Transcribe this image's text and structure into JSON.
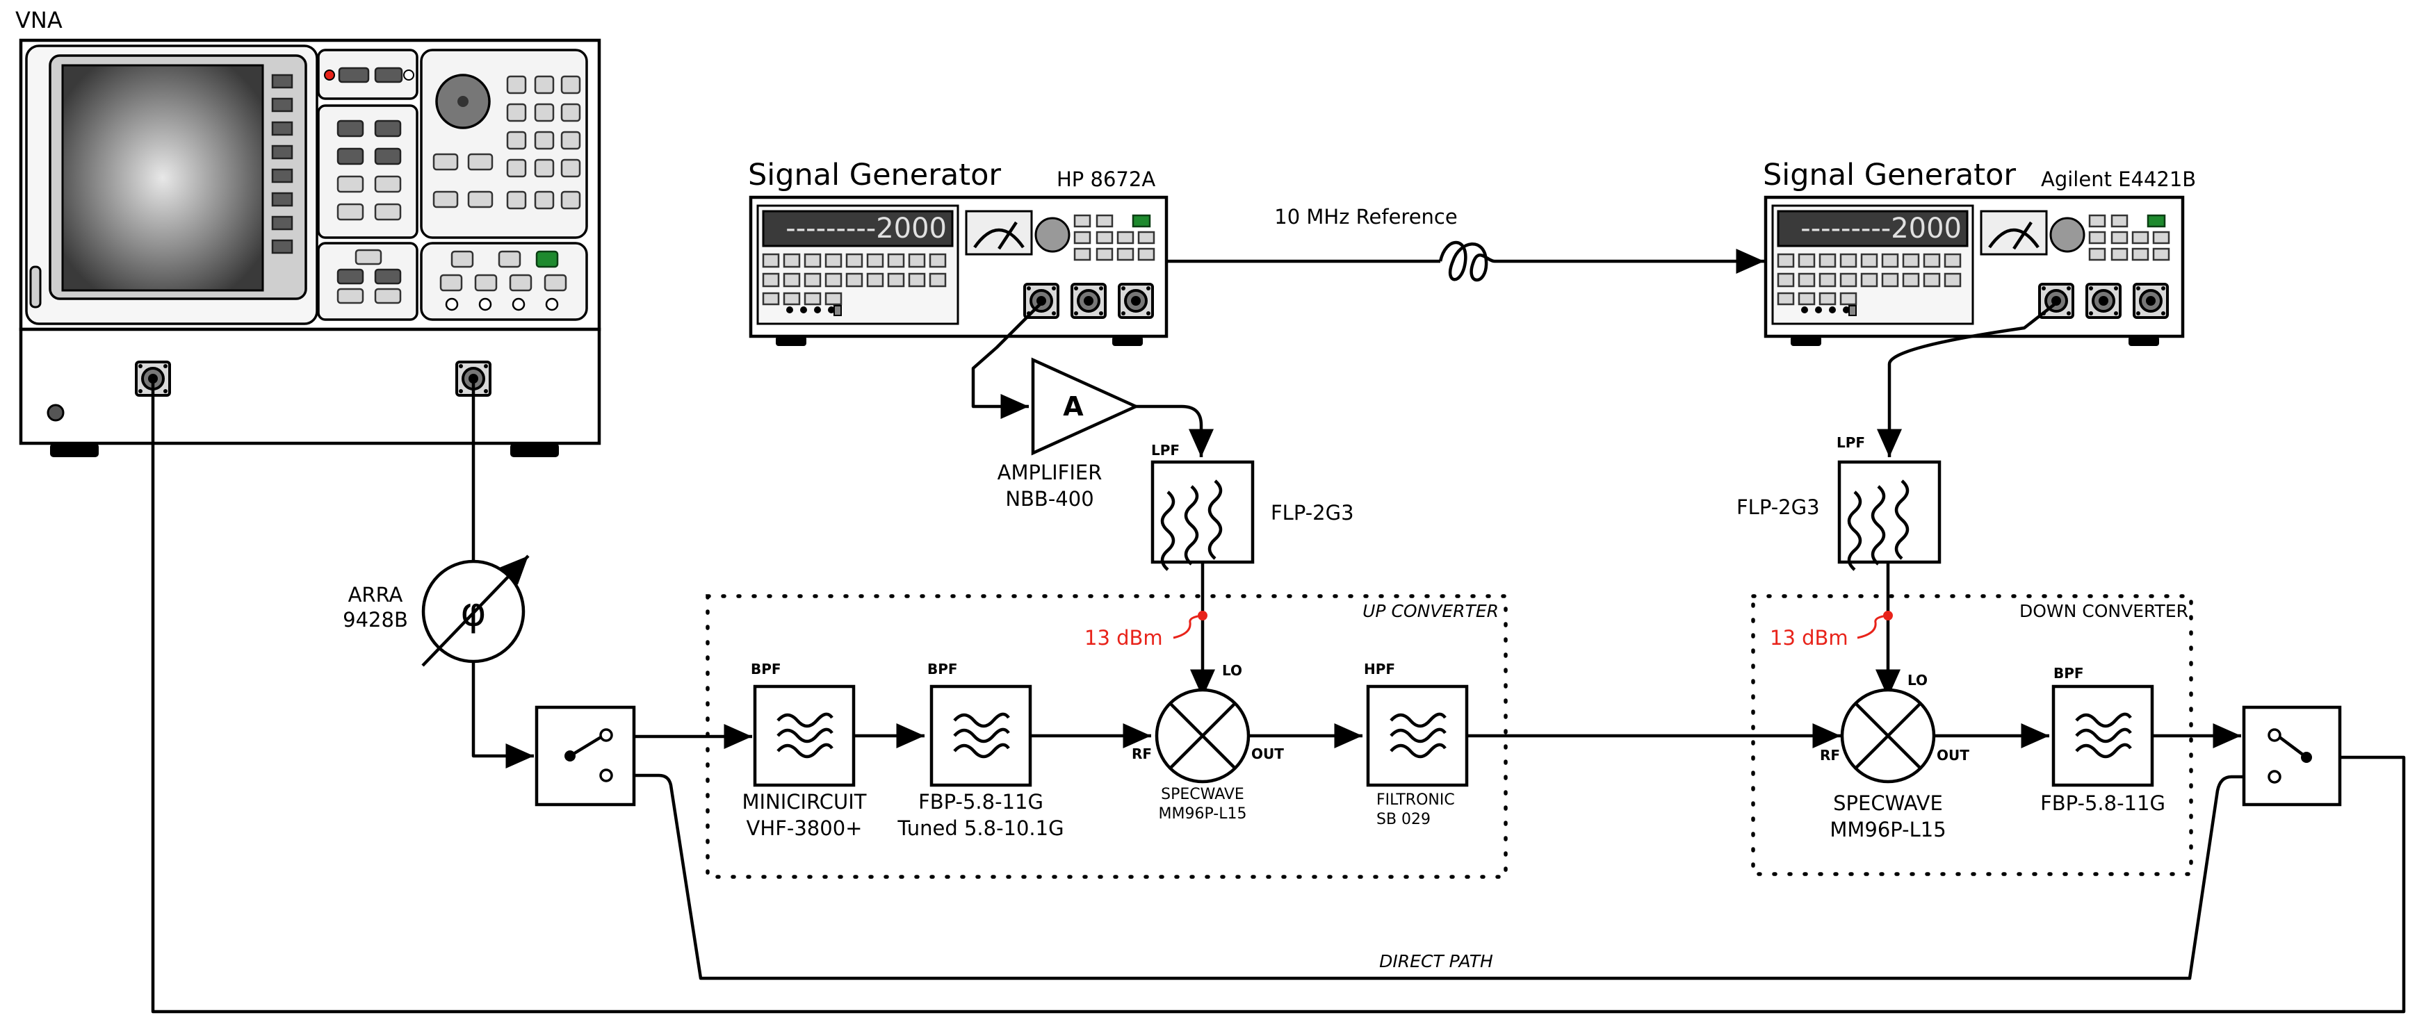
{
  "labels": {
    "vna": "VNA",
    "sg1_title": "Signal Generator",
    "sg1_model": "HP 8672A",
    "sg1_display": "---------2000",
    "sg2_title": "Signal Generator",
    "sg2_model": "Agilent E4421B",
    "sg2_display": "---------2000",
    "ref": "10 MHz Reference",
    "amp_symbol": "A",
    "amp_name_1": "AMPLIFIER",
    "amp_name_2": "NBB-400",
    "lpf_tag": "LPF",
    "flp1": "FLP-2G3",
    "flp2": "FLP-2G3",
    "phase_1": "ARRA",
    "phase_2": "9428B",
    "phase_symbol": "φ",
    "up_converter": "UP CONVERTER",
    "down_converter": "DOWN CONVERTER",
    "lo_power_1": "13 dBm",
    "lo_power_2": "13 dBm",
    "bpf_tag": "BPF",
    "hpf_tag": "HPF",
    "bpf1_1": "MINICIRCUIT",
    "bpf1_2": "VHF-3800+",
    "bpf2_1": "FBP-5.8-11G",
    "bpf2_2": "Tuned 5.8-10.1G",
    "lo": "LO",
    "rf": "RF",
    "out": "OUT",
    "mix1_1": "SPECWAVE",
    "mix1_2": "MM96P-L15",
    "hpf_1": "FILTRONIC",
    "hpf_2": "SB 029",
    "mix2_1": "SPECWAVE",
    "mix2_2": "MM96P-L15",
    "bpf3": "FBP-5.8-11G",
    "direct_path": "DIRECT PATH"
  },
  "colors": {
    "line": "#000000",
    "accent_red": "#e8231a",
    "display_bg": "#3a3a3a",
    "indicator_green": "#1e8a2e"
  }
}
